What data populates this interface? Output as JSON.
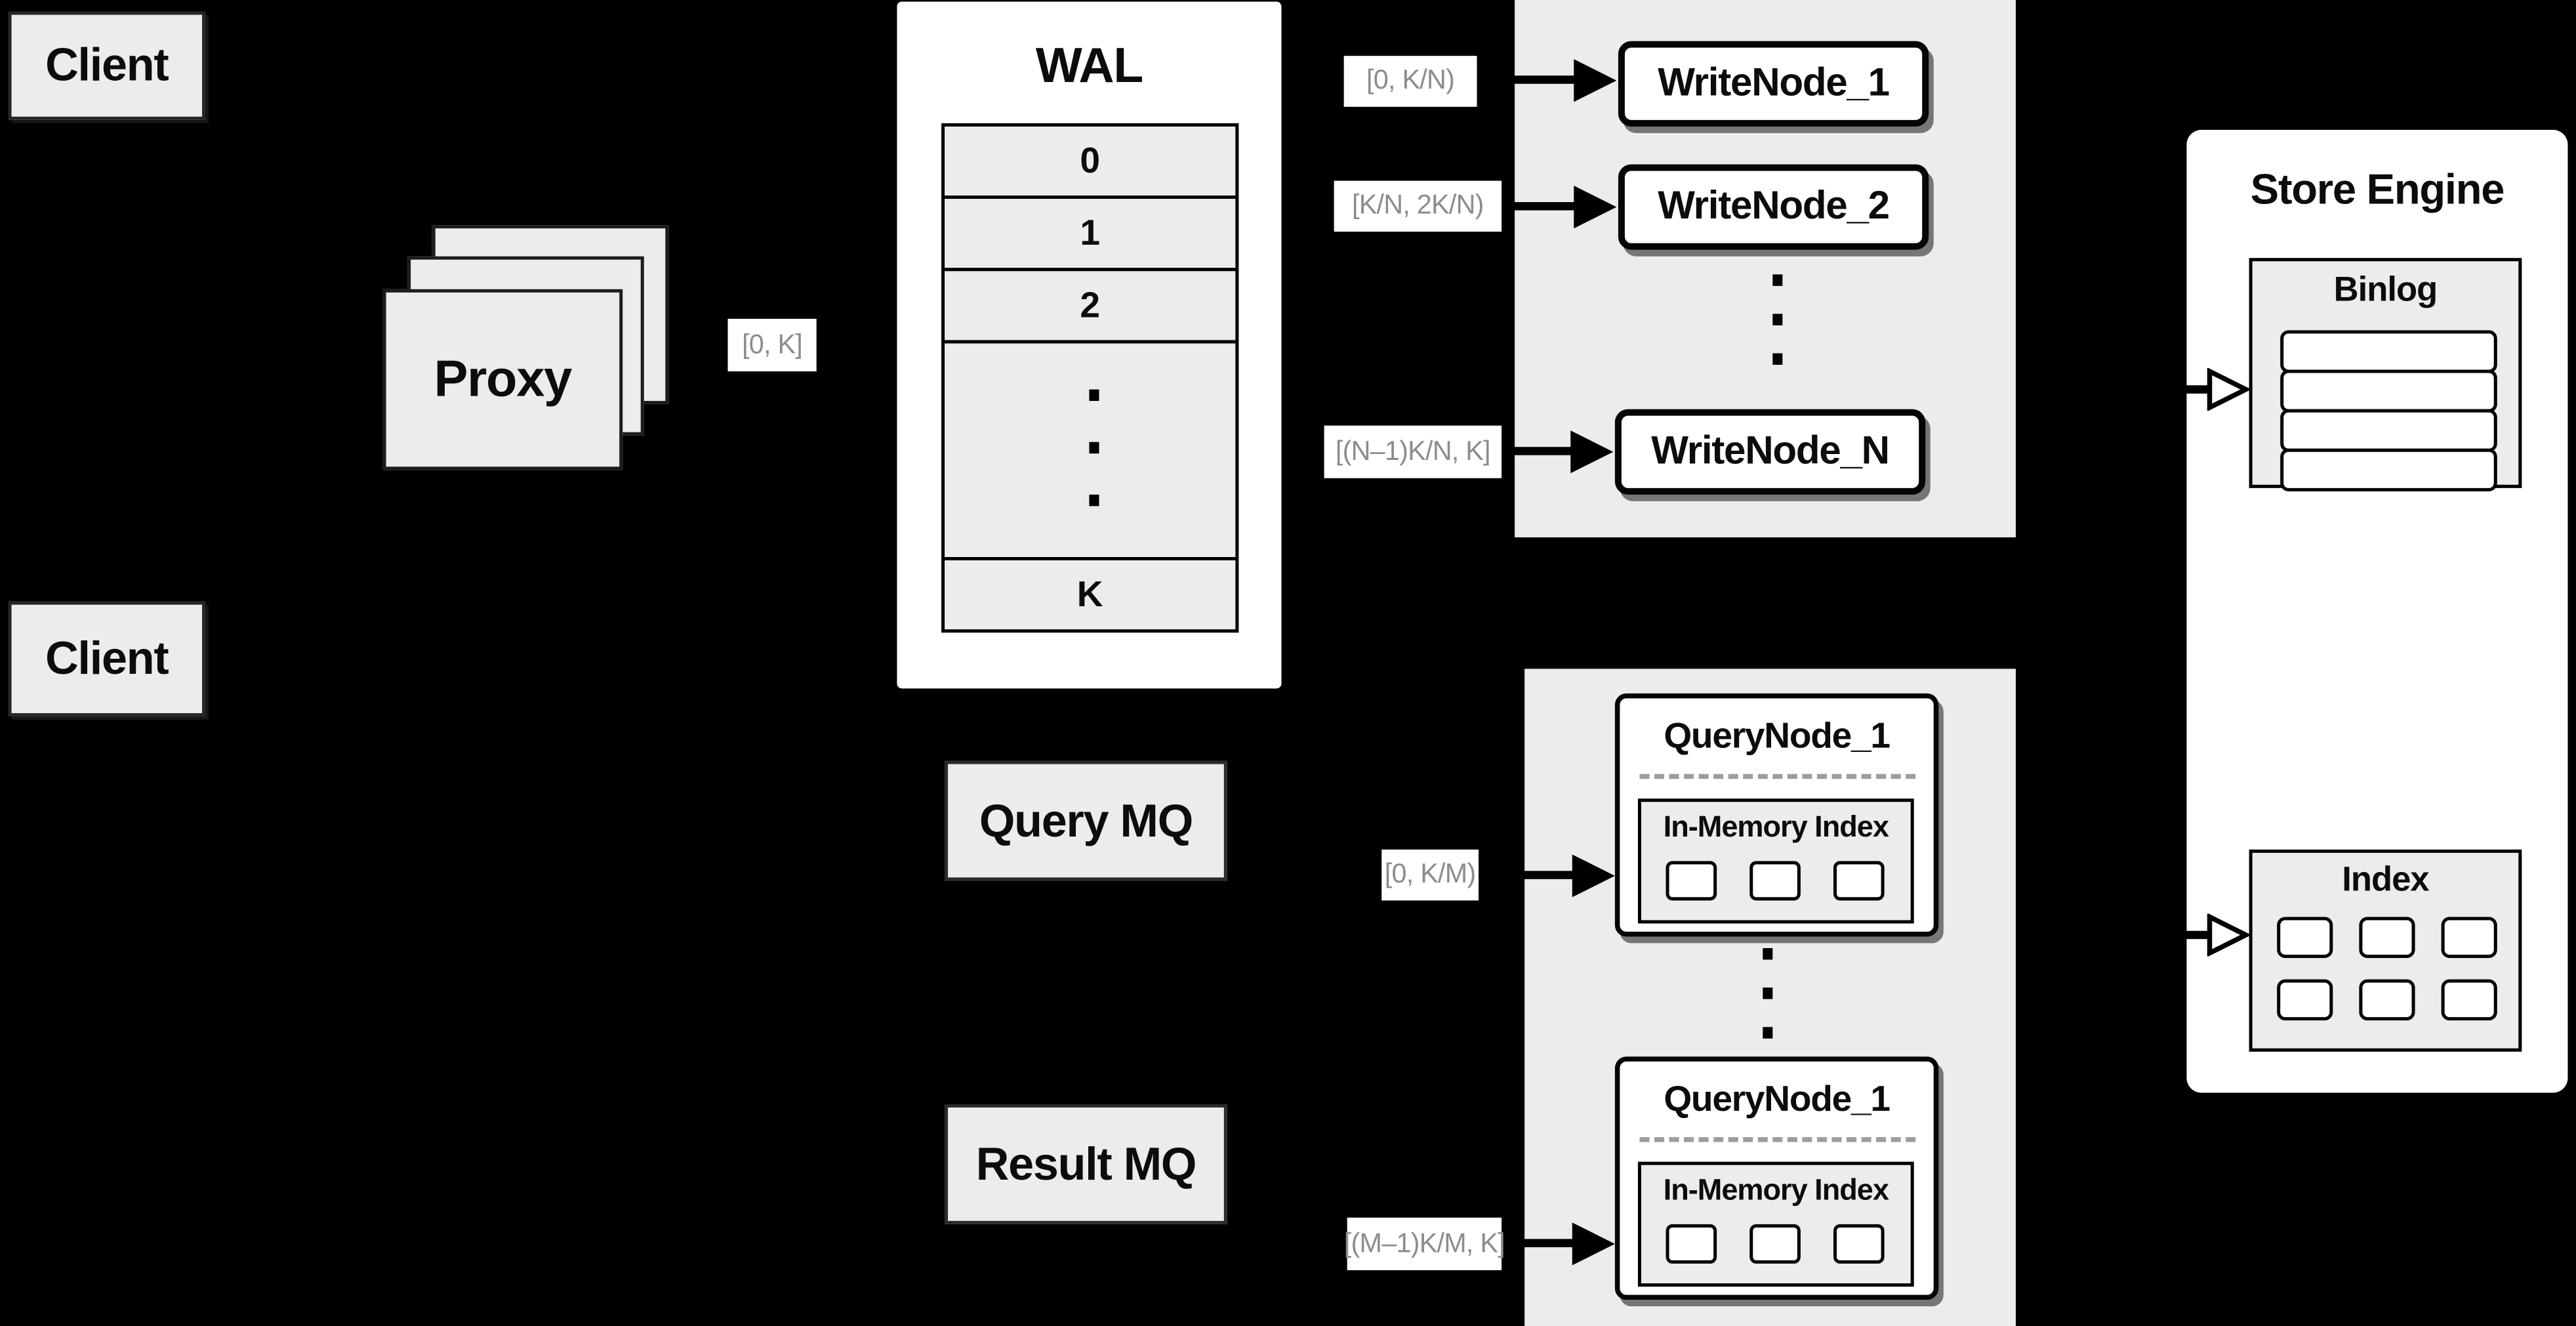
{
  "colors": {
    "background": "#000000",
    "panel_gray": "#ececec",
    "node_white": "#ffffff",
    "border_black": "#000000",
    "range_label_text": "#8c8c8c",
    "dashed_separator": "#9d9d9d"
  },
  "clients": [
    {
      "label": "Client"
    },
    {
      "label": "Client"
    }
  ],
  "proxy": {
    "label": "Proxy",
    "stack_count": 3
  },
  "wal": {
    "title": "WAL",
    "segments": [
      "0",
      "1",
      "2"
    ],
    "last_segment": "K"
  },
  "range_labels": {
    "proxy_to_wal": "[0, K]",
    "to_write_node_1": "[0, K/N)",
    "to_write_node_2": "[K/N, 2K/N)",
    "to_write_node_n": "[(N–1)K/N, K]",
    "to_query_node_1": "[0, K/M)",
    "to_query_node_m": "[(M–1)K/M, K]"
  },
  "write_cluster": {
    "node_1": "WriteNode_1",
    "node_2": "WriteNode_2",
    "node_n": "WriteNode_N"
  },
  "store_engine": {
    "title": "Store Engine",
    "binlog": {
      "title": "Binlog",
      "row_count": 4
    },
    "index": {
      "title": "Index",
      "cell_count": 6
    }
  },
  "mq": {
    "query": "Query MQ",
    "result": "Result MQ"
  },
  "query_cluster": {
    "node_top": {
      "title": "QueryNode_1",
      "index_title": "In-Memory Index",
      "cell_count": 3
    },
    "node_bottom": {
      "title": "QueryNode_1",
      "index_title": "In-Memory Index",
      "cell_count": 3
    }
  }
}
